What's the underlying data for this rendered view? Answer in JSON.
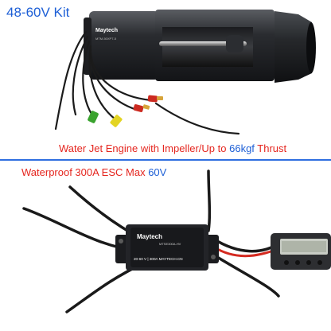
{
  "labels": {
    "kit": "48-60V Kit",
    "engine_caption_prefix": "Water Jet Engine with Impeller/Up to ",
    "engine_caption_value": "66kgf",
    "engine_caption_suffix": " Thrust",
    "esc_caption_prefix": "Waterproof 300A ESC Max ",
    "esc_caption_value": "60V"
  },
  "product_text": {
    "engine_brand": "Maytech",
    "engine_model": "MTM-50XP7-5",
    "esc_brand": "Maytech",
    "esc_rating": "20-60 V | 300A   MAYTECH.CN",
    "esc_model": "MTSE300A-HV"
  },
  "colors": {
    "label_blue": "#1d5fd6",
    "label_red": "#e5261f",
    "divider": "#2f6fe0"
  },
  "icons": [
    "water-jet-engine-icon",
    "esc-controller-icon",
    "programming-card-icon"
  ]
}
